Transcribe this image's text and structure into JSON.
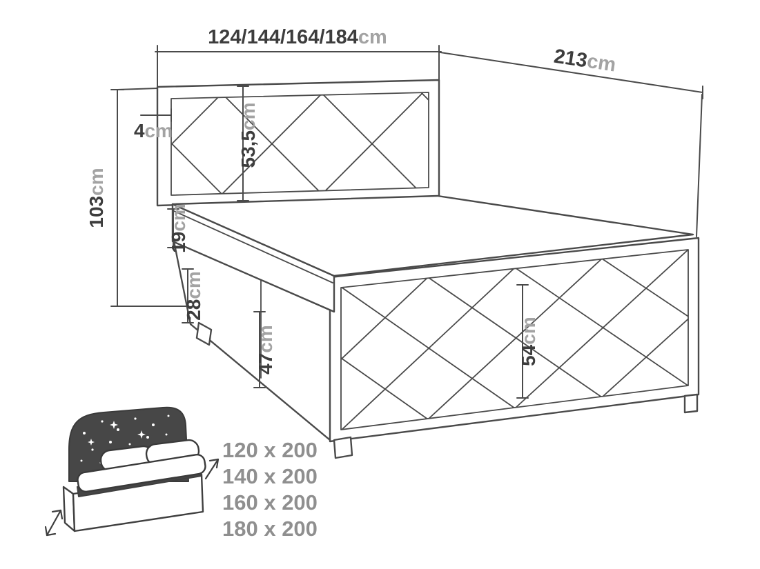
{
  "diagram": {
    "dims": {
      "width": {
        "value": "124/144/164/184",
        "unit": "cm"
      },
      "length": {
        "value": "213",
        "unit": "cm"
      },
      "frame": {
        "value": "4",
        "unit": "cm"
      },
      "headboard": {
        "value": "53,5",
        "unit": "cm"
      },
      "overall_height": {
        "value": "103",
        "unit": "cm"
      },
      "mattress": {
        "value": "19",
        "unit": "cm"
      },
      "top_box": {
        "value": "28",
        "unit": "cm"
      },
      "base": {
        "value": "47",
        "unit": "cm"
      },
      "side_panel": {
        "value": "54",
        "unit": "cm"
      }
    },
    "sizes": {
      "items": [
        "120 x 200",
        "140 x 200",
        "160 x 200",
        "180 x 200"
      ]
    },
    "colors": {
      "line": "#4a4a4a",
      "value_text": "#3d3d3d",
      "unit_text": "#a3a3a3",
      "sizes_text": "#8f8f8f",
      "icon_fill": "#474747",
      "background": "#ffffff"
    }
  }
}
